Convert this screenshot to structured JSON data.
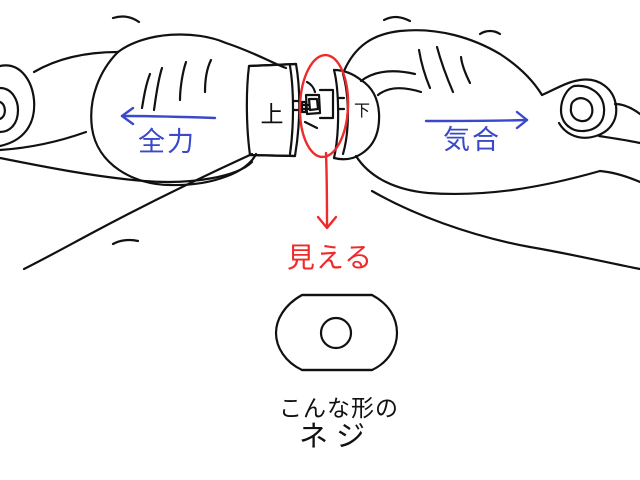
{
  "labels": {
    "top_part": "上",
    "bottom_part": "下",
    "left_arrow_text": "全力",
    "right_arrow_text": "気合",
    "visible_callout": "見える",
    "caption_line1": "こんな形の",
    "caption_line2": "ネジ"
  },
  "colors": {
    "ink": "#111111",
    "blue_annotation": "#3a49c9",
    "red_annotation": "#ee2a2a",
    "background": "#ffffff"
  }
}
